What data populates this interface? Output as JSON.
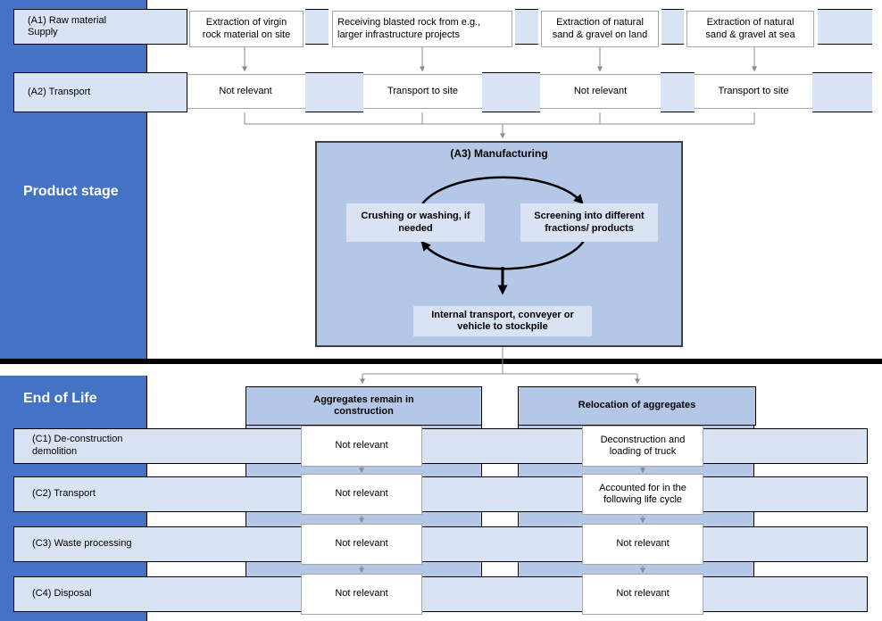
{
  "colors": {
    "accent_blue": "#4472c4",
    "medium_blue": "#b4c7e7",
    "light_blue": "#dae3f3",
    "cell_border_gray": "#a6a6a6",
    "connector_gray": "#8c8c8c",
    "divider_black": "#000000"
  },
  "product_stage": {
    "section_label": "Product stage",
    "rows": [
      {
        "label": "(A1) Raw material\nSupply",
        "cells": [
          "Extraction of virgin\nrock material on site",
          "Receiving blasted rock from e.g.,\nlarger infrastructure projects",
          "Extraction of natural\nsand & gravel on land",
          "Extraction of natural\nsand & gravel at sea"
        ]
      },
      {
        "label": "(A2) Transport",
        "cells": [
          "Not relevant",
          "Transport to site",
          "Not relevant",
          "Transport to site"
        ]
      }
    ],
    "manufacturing": {
      "title": "(A3) Manufacturing",
      "steps": [
        "Crushing or washing, if\nneeded",
        "Screening into different\nfractions/ products"
      ],
      "output": "Internal transport, conveyer or\nvehicle to stockpile"
    }
  },
  "end_of_life": {
    "section_label": "End of Life",
    "branches": [
      "Aggregates remain in\nconstruction",
      "Relocation of aggregates"
    ],
    "rows": [
      {
        "label": "(C1) De-construction\ndemolition",
        "cells": [
          "Not relevant",
          "Deconstruction and\nloading of truck"
        ]
      },
      {
        "label": "(C2) Transport",
        "cells": [
          "Not relevant",
          "Accounted for in the\nfollowing life cycle"
        ]
      },
      {
        "label": "(C3) Waste processing",
        "cells": [
          "Not relevant",
          "Not relevant"
        ]
      },
      {
        "label": "(C4) Disposal",
        "cells": [
          "Not relevant",
          "Not relevant"
        ]
      }
    ]
  }
}
